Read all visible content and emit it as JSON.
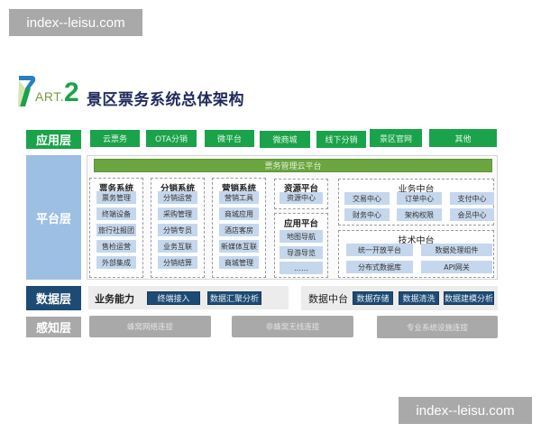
{
  "watermarks": [
    "index--leisu.com",
    "index--leisu.com"
  ],
  "header": {
    "logo_part": "ART.",
    "logo_number": "2",
    "title": "景区票务系统总体架构"
  },
  "colors": {
    "application_green": "#1aa34a",
    "cloud_green": "#6aa53f",
    "platform_blue": "#9dbfe3",
    "item_blue": "#c5d7ec",
    "data_navy": "#1d4b73",
    "perception_grey": "#a9a9a9",
    "title_navy": "#1f2a5c"
  },
  "layers": {
    "application": {
      "label": "应用层",
      "items": [
        "云票务",
        "OTA分销",
        "微平台",
        "微商城",
        "线下分销",
        "景区官网",
        "其他"
      ]
    },
    "platform": {
      "label": "平台层",
      "cloud_bar": "票务管理云平台",
      "groups": [
        {
          "title": "票务系统",
          "items": [
            "票务管理",
            "终端设备",
            "旅行社报团",
            "售检运营",
            "外部集成"
          ]
        },
        {
          "title": "分销系统",
          "items": [
            "分销运营",
            "采购管理",
            "分销专员",
            "业务互联",
            "分销结算"
          ]
        },
        {
          "title": "营销系统",
          "items": [
            "营销工具",
            "商城应用",
            "酒店客房",
            "新媒体互联",
            "商城管理"
          ]
        }
      ],
      "resource_platform": {
        "title": "资源平台",
        "items": [
          "资源中心"
        ]
      },
      "app_platform": {
        "title": "应用平台",
        "items": [
          "地图导航",
          "导游导览",
          "……"
        ]
      },
      "business_center": {
        "title": "业务中台",
        "items": [
          "交易中心",
          "订单中心",
          "支付中心",
          "财务中心",
          "架构权限",
          "会员中心"
        ]
      },
      "tech_center": {
        "title": "技术中台",
        "items": [
          "统一开放平台",
          "数据处理组件",
          "分布式数据库",
          "API网关"
        ]
      }
    },
    "data": {
      "label": "数据层",
      "business_capability": {
        "title": "业务能力",
        "items": [
          "终端接入",
          "数据汇聚分析"
        ]
      },
      "data_center": {
        "title": "数据中台",
        "items": [
          "数据存储",
          "数据清洗",
          "数据建模分析"
        ]
      }
    },
    "perception": {
      "label": "感知层",
      "items": [
        "蜂窝网络连接",
        "非蜂窝无线连接",
        "专业系统设施连接"
      ]
    }
  }
}
